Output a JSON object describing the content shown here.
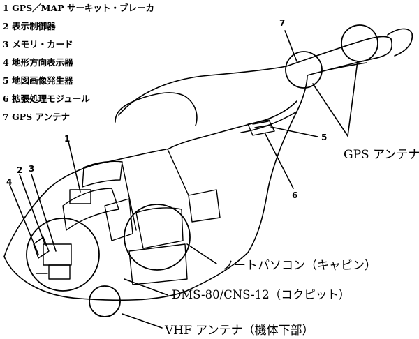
{
  "legend": [
    {
      "num": "1",
      "text": "GPS／MAP サーキット・ブレーカ"
    },
    {
      "num": "2",
      "text": "表示制御器"
    },
    {
      "num": "3",
      "text": "メモリ・カード"
    },
    {
      "num": "4",
      "text": "地形方向表示器"
    },
    {
      "num": "5",
      "text": "地図画像発生器"
    },
    {
      "num": "6",
      "text": "拡張処理モジュール"
    },
    {
      "num": "7",
      "text": "GPS アンテナ"
    }
  ],
  "callouts": {
    "gps_antenna": "GPS アンテナ",
    "notebook_pc": "ノートパソコン（キャビン）",
    "dms": "DMS-80/CNS-12（コクピット）",
    "vhf_antenna": "VHF アンテナ（機体下部）"
  },
  "markers": {
    "m1": "1",
    "m2": "2",
    "m3": "3",
    "m4": "4",
    "m5": "5",
    "m6": "6",
    "m7": "7"
  }
}
